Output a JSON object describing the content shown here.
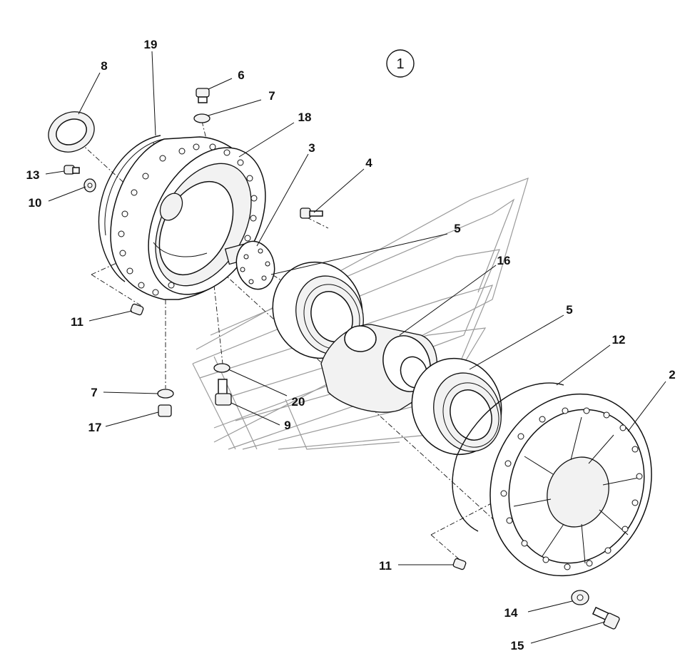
{
  "diagram": {
    "assembly_number": "1",
    "labels": {
      "p2": "2",
      "p3": "3",
      "p4": "4",
      "p5a": "5",
      "p5b": "5",
      "p6": "6",
      "p7a": "7",
      "p7b": "7",
      "p8": "8",
      "p9": "9",
      "p10": "10",
      "p11a": "11",
      "p11b": "11",
      "p12": "12",
      "p13": "13",
      "p14": "14",
      "p15": "15",
      "p16": "16",
      "p17": "17",
      "p18": "18",
      "p19": "19",
      "p20": "20"
    }
  }
}
